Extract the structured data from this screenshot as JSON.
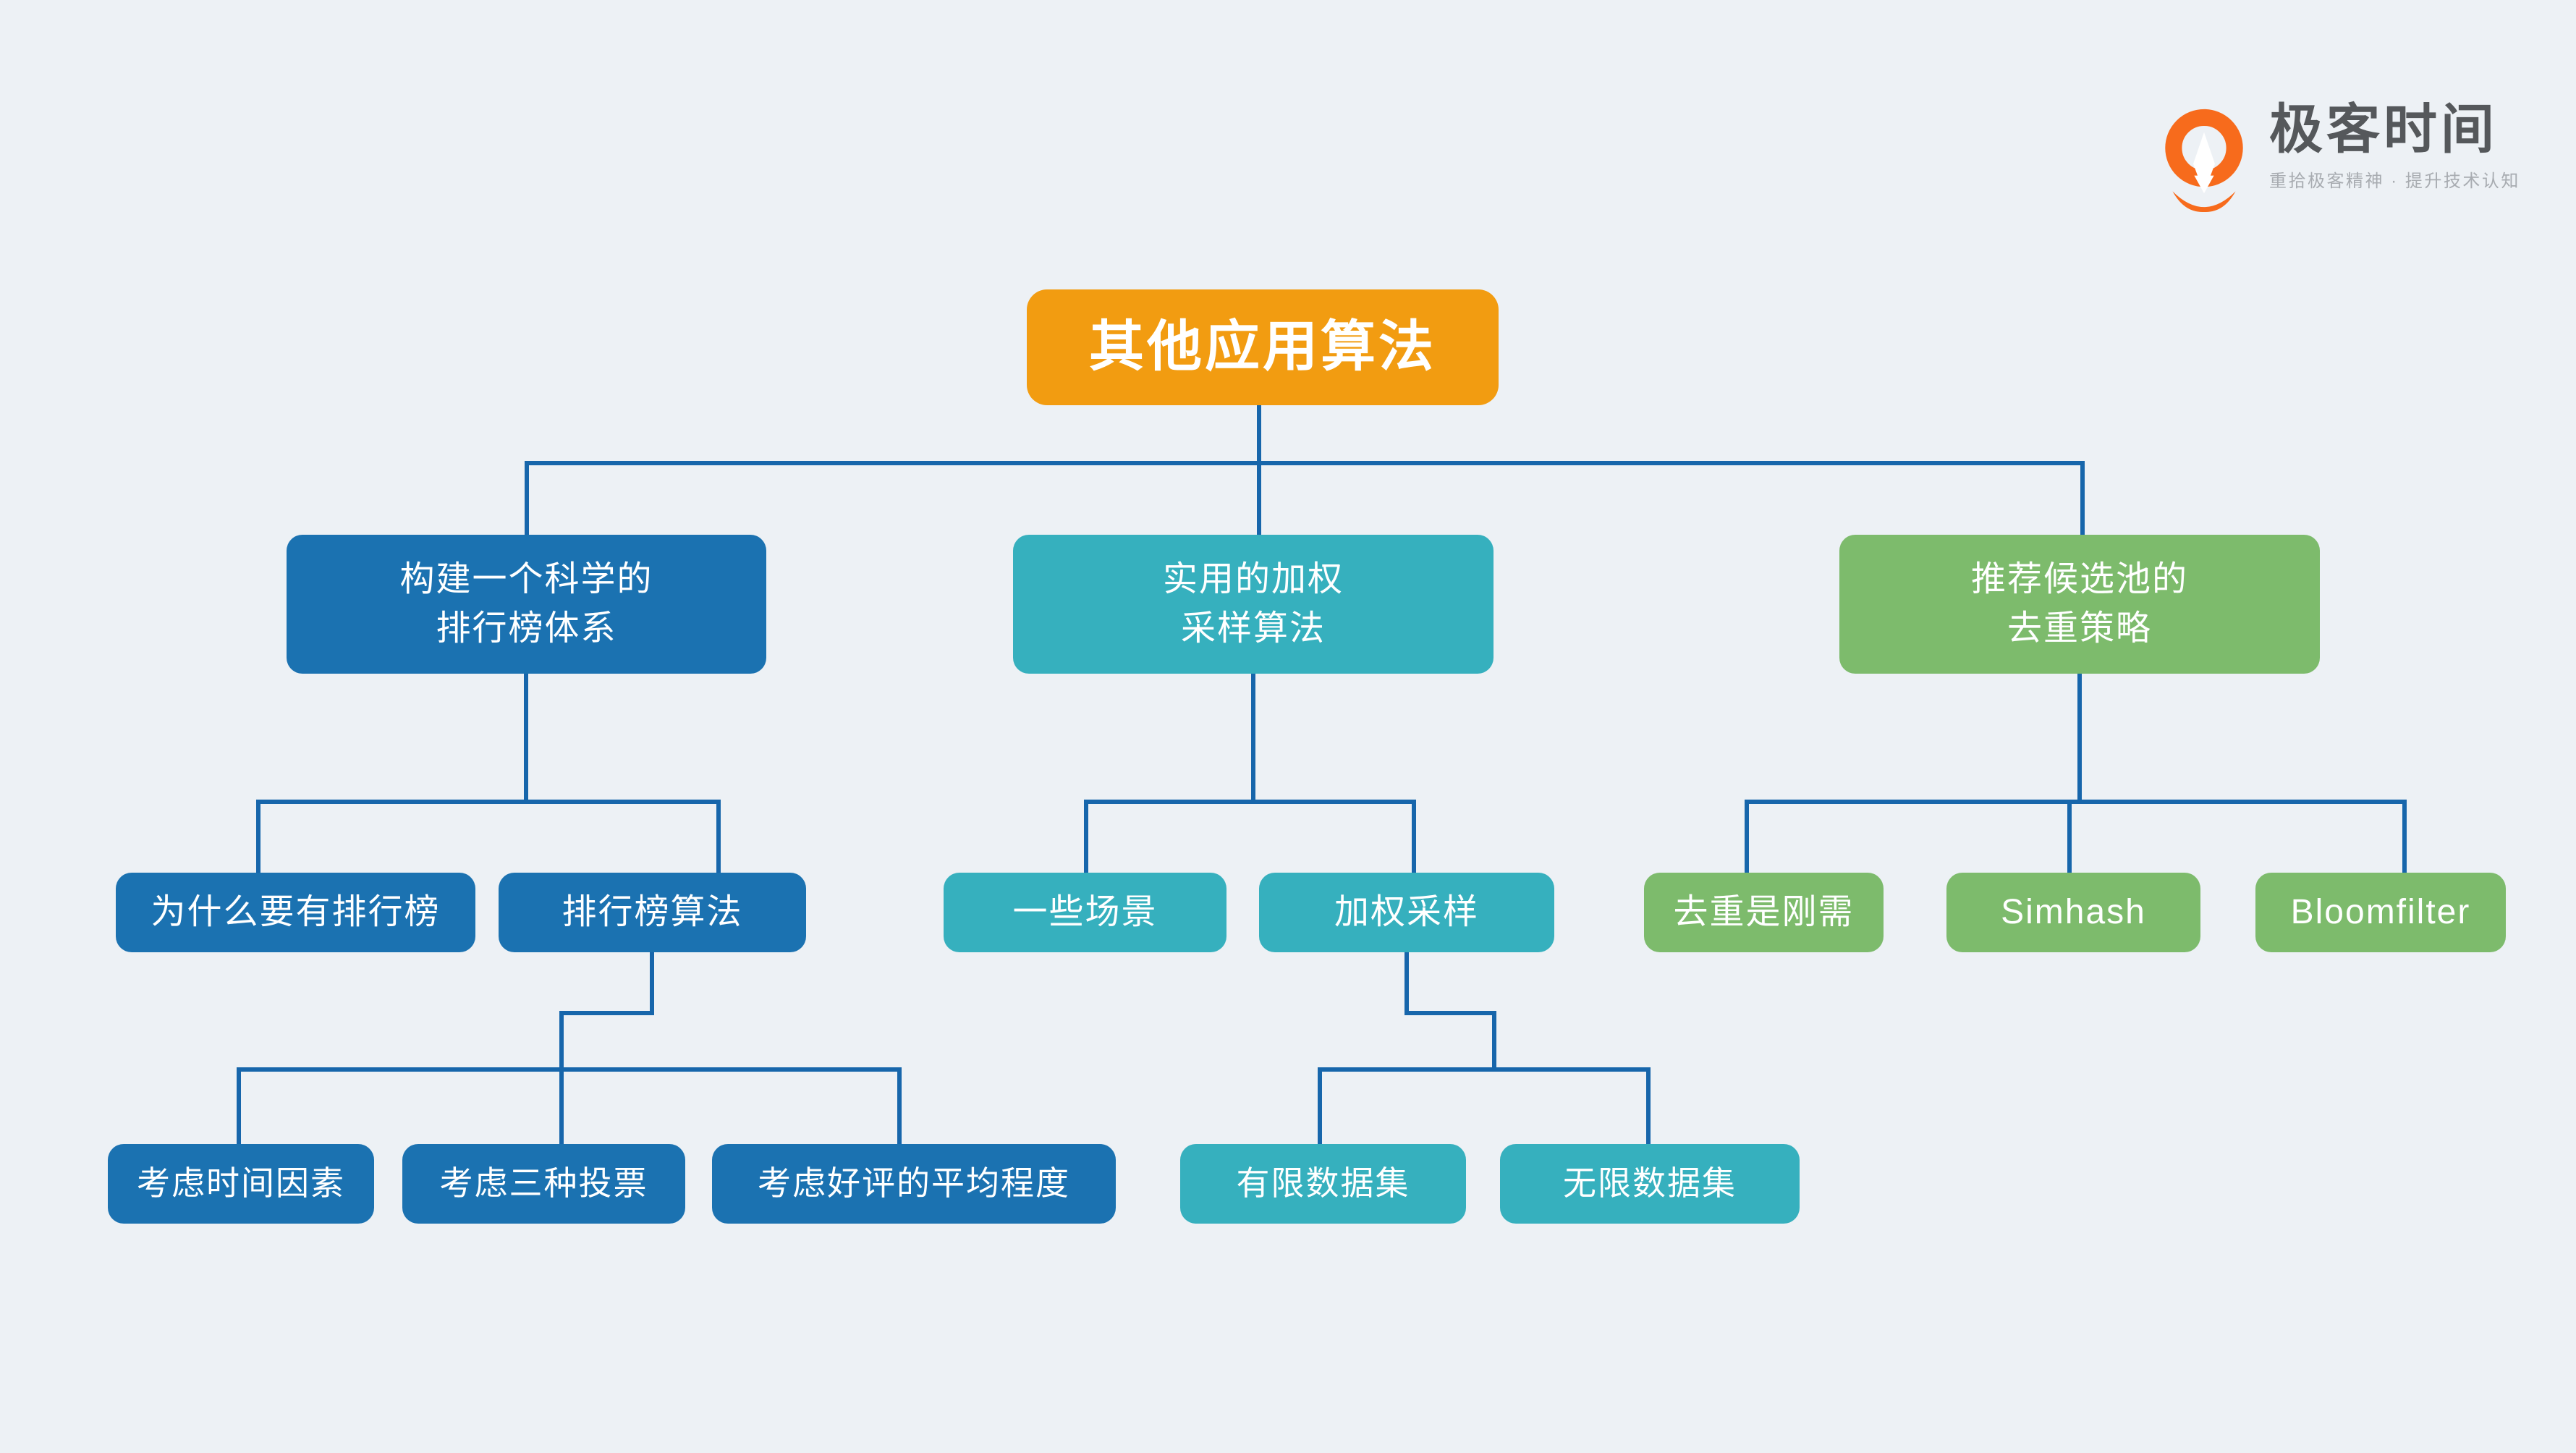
{
  "background": "#EDF1F5",
  "logo": {
    "name": "极客时间",
    "tagline": "重拾极客精神 · 提升技术认知"
  },
  "palette": {
    "root": "#F29C11",
    "blue": "#1B72B1",
    "teal": "#36B0BE",
    "green": "#7DBB6C",
    "connector": "#1766AB",
    "node_text": "#FFFFFF",
    "logo_orange": "#F76B1C",
    "logo_text": "#55585B",
    "logo_tagline": "#A8ACB1"
  },
  "nodes": [
    {
      "id": "root",
      "label": "其他应用算法",
      "color": "root",
      "level": 0,
      "parent": null
    },
    {
      "id": "b1",
      "label": "构建一个科学的\n排行榜体系",
      "color": "blue",
      "level": 1,
      "parent": "root"
    },
    {
      "id": "b2",
      "label": "实用的加权\n采样算法",
      "color": "teal",
      "level": 1,
      "parent": "root"
    },
    {
      "id": "b3",
      "label": "推荐候选池的\n去重策略",
      "color": "green",
      "level": 1,
      "parent": "root"
    },
    {
      "id": "c1",
      "label": "为什么要有排行榜",
      "color": "blue",
      "level": 2,
      "parent": "b1"
    },
    {
      "id": "c2",
      "label": "排行榜算法",
      "color": "blue",
      "level": 2,
      "parent": "b1"
    },
    {
      "id": "c3",
      "label": "一些场景",
      "color": "teal",
      "level": 2,
      "parent": "b2"
    },
    {
      "id": "c4",
      "label": "加权采样",
      "color": "teal",
      "level": 2,
      "parent": "b2"
    },
    {
      "id": "c5",
      "label": "去重是刚需",
      "color": "green",
      "level": 2,
      "parent": "b3"
    },
    {
      "id": "c6",
      "label": "Simhash",
      "color": "green",
      "level": 2,
      "parent": "b3"
    },
    {
      "id": "c7",
      "label": "Bloomfilter",
      "color": "green",
      "level": 2,
      "parent": "b3"
    },
    {
      "id": "d1",
      "label": "考虑时间因素",
      "color": "blue",
      "level": 3,
      "parent": "c2"
    },
    {
      "id": "d2",
      "label": "考虑三种投票",
      "color": "blue",
      "level": 3,
      "parent": "c2"
    },
    {
      "id": "d3",
      "label": "考虑好评的平均程度",
      "color": "blue",
      "level": 3,
      "parent": "c2"
    },
    {
      "id": "d4",
      "label": "有限数据集",
      "color": "teal",
      "level": 3,
      "parent": "c4"
    },
    {
      "id": "d5",
      "label": "无限数据集",
      "color": "teal",
      "level": 3,
      "parent": "c4"
    }
  ]
}
